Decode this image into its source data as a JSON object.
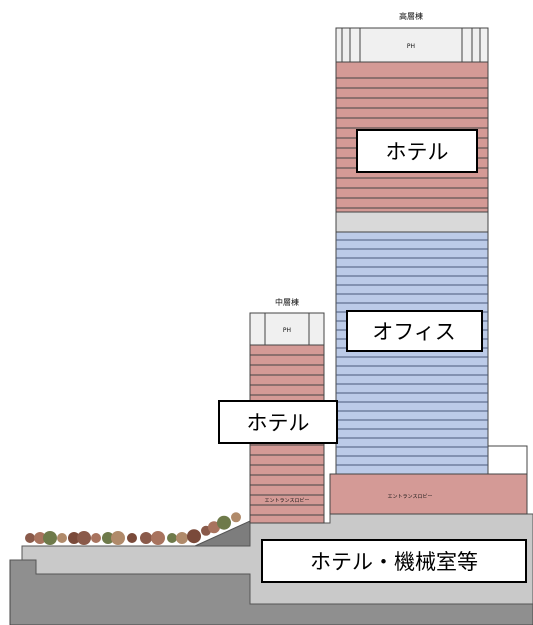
{
  "towers": {
    "high": {
      "name": "高層棟",
      "penthouse": "PH",
      "hotel_label": "ホテル",
      "office_label": "オフィス",
      "lobby": "エントランスロビー"
    },
    "mid": {
      "name": "中層棟",
      "penthouse": "PH",
      "hotel_label": "ホテル",
      "lobby": "エントランスロビー"
    }
  },
  "basement_label": "ホテル・機械室等",
  "colors": {
    "hotel": "#d49a96",
    "office": "#bccbe8",
    "mech": "#d9d9d9",
    "ground": "#c9c9c9",
    "earth": "#8f8f8f",
    "line": "#333333"
  }
}
